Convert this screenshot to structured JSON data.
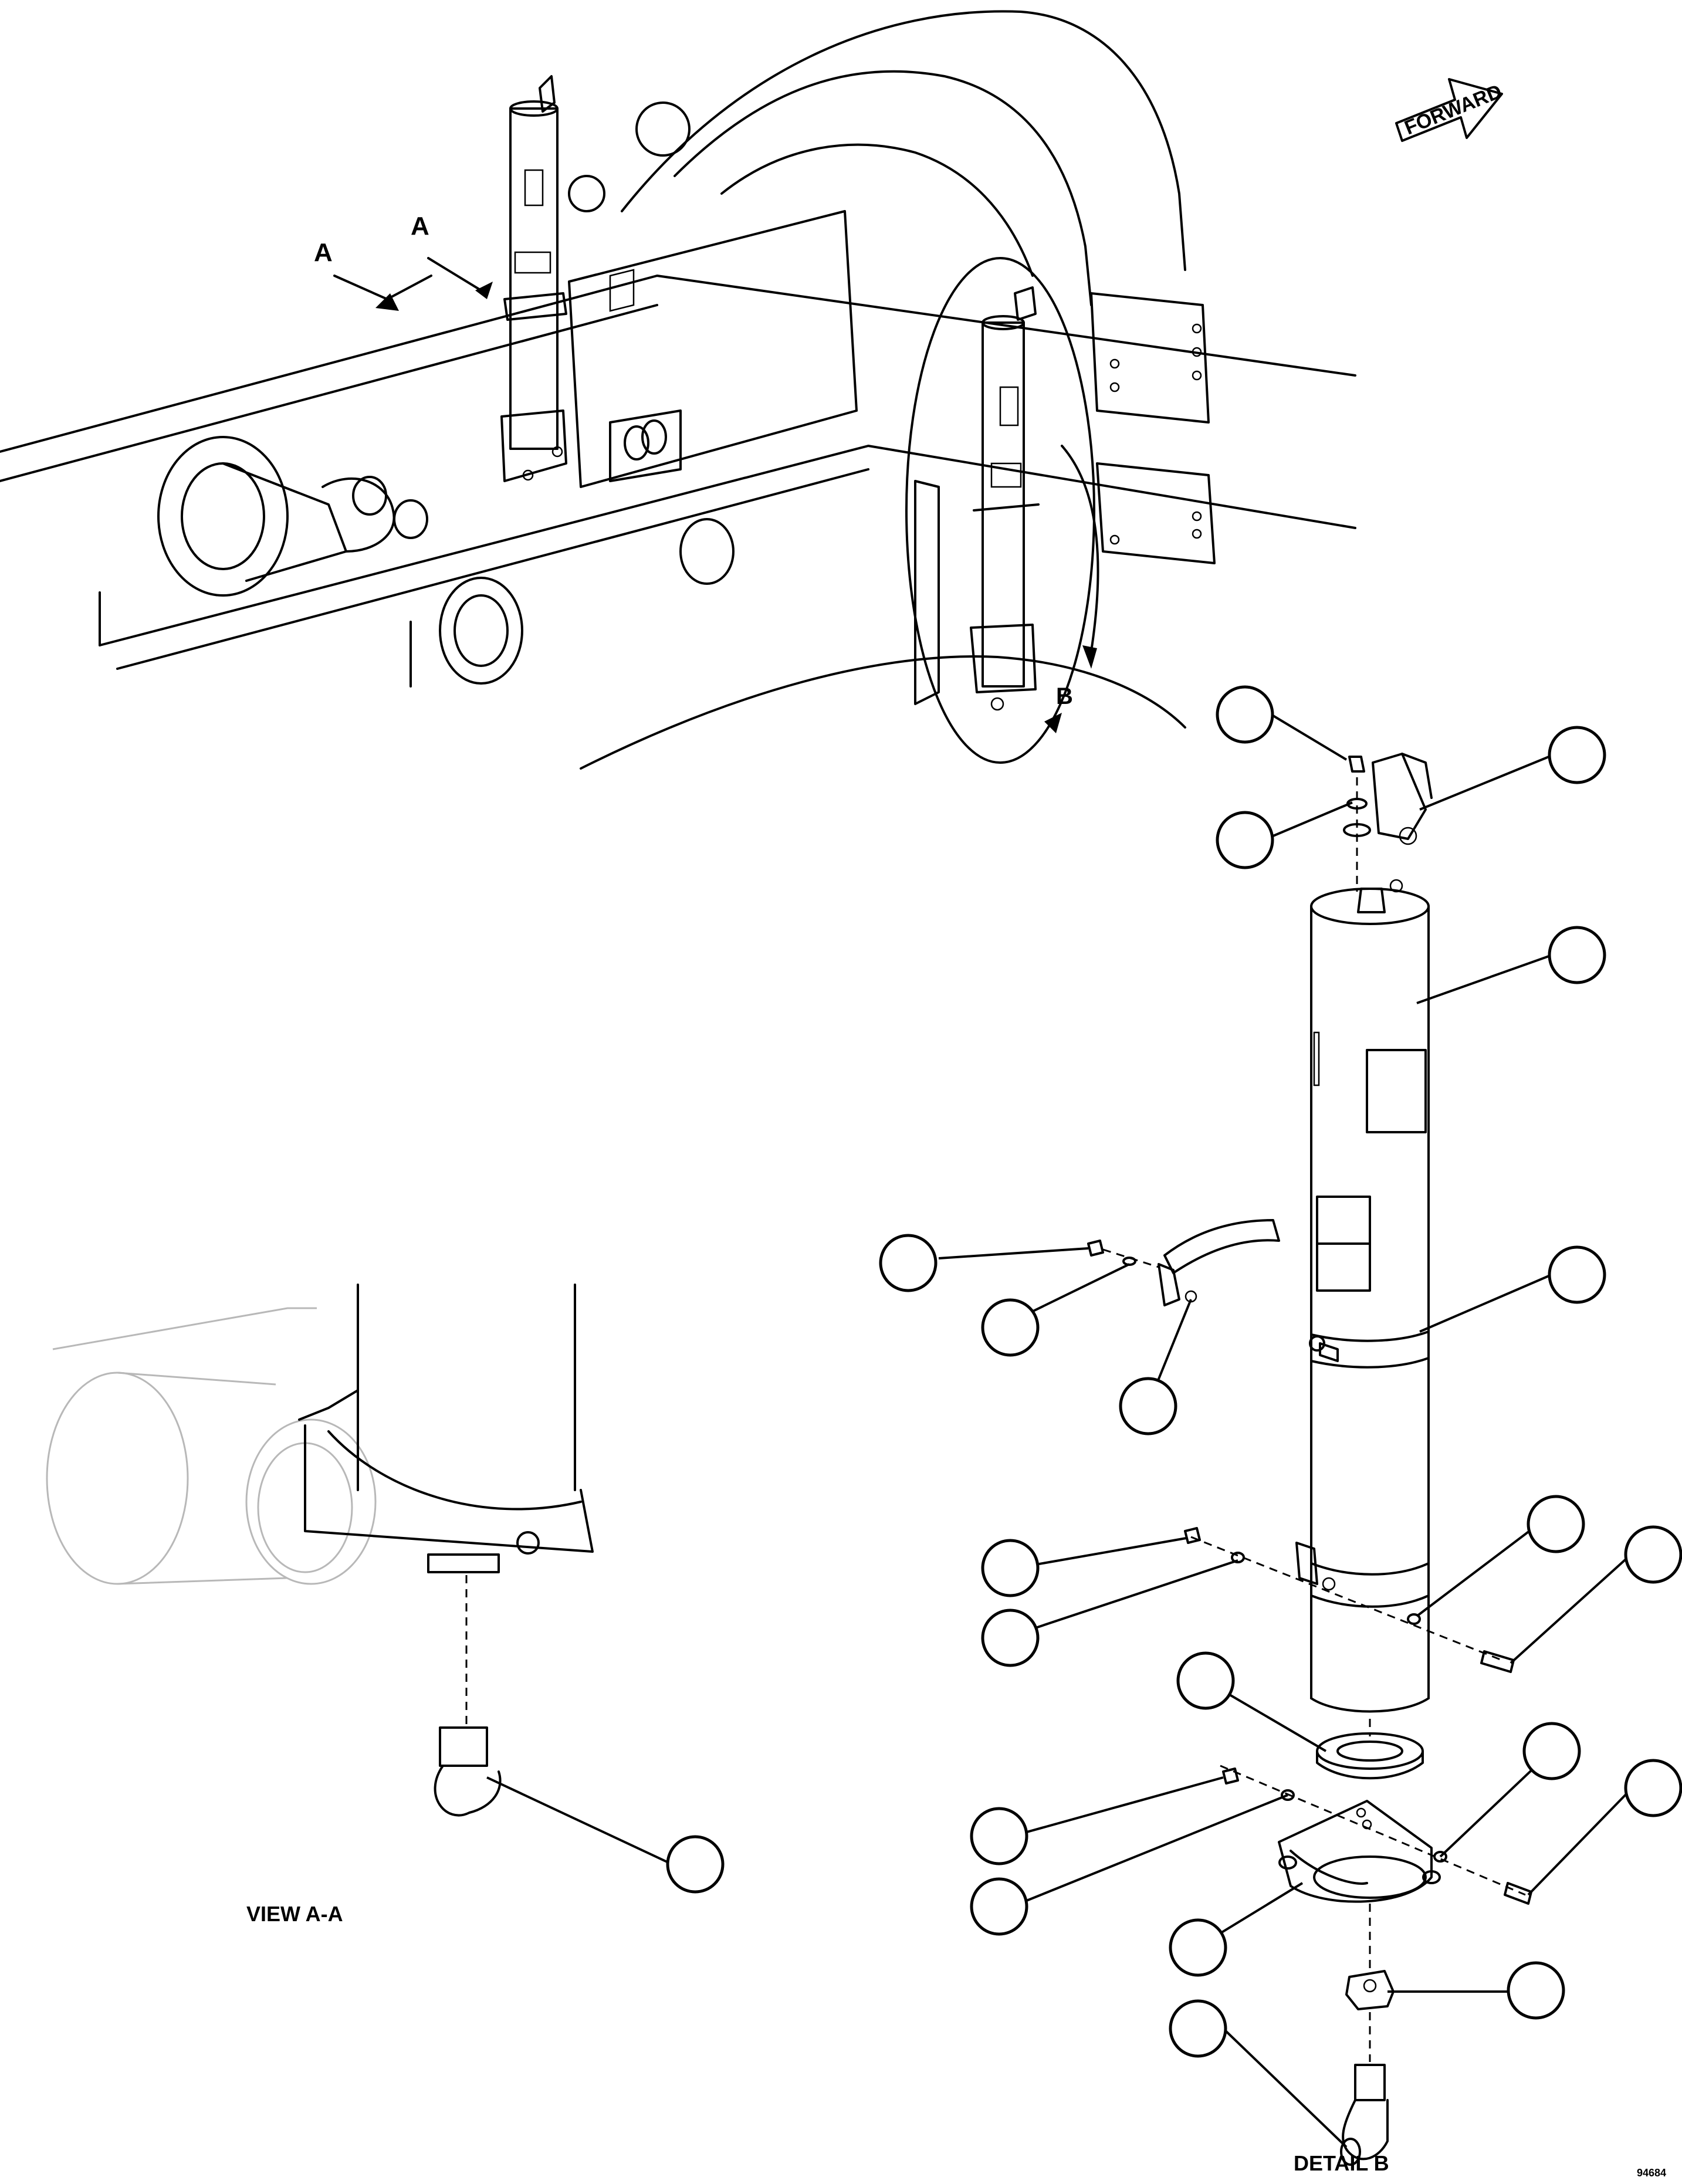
{
  "labels": {
    "forward_arrow": "FORWARD",
    "section_letter_left": "A",
    "section_letter_right": "A",
    "detail_letter": "B",
    "view_caption": "VIEW A-A",
    "detail_caption": "DETAIL B",
    "drawing_number": "94684"
  },
  "balloons": [
    {
      "id": "b-screw-top"
    },
    {
      "id": "b-washer-top"
    },
    {
      "id": "b-cover"
    },
    {
      "id": "b-cylinder"
    },
    {
      "id": "b-upper-clamp"
    },
    {
      "id": "b-strap-screw"
    },
    {
      "id": "b-strap-washer"
    },
    {
      "id": "b-strap"
    },
    {
      "id": "b-mid-nut"
    },
    {
      "id": "b-mid-washer"
    },
    {
      "id": "b-mid-washer-right"
    },
    {
      "id": "b-mid-bolt"
    },
    {
      "id": "b-seal-ring"
    },
    {
      "id": "b-low-nut"
    },
    {
      "id": "b-low-washer"
    },
    {
      "id": "b-low-washer-right"
    },
    {
      "id": "b-low-bolt"
    },
    {
      "id": "b-bracket"
    },
    {
      "id": "b-fitting"
    },
    {
      "id": "b-elbow"
    },
    {
      "id": "b-view-elbow"
    }
  ]
}
